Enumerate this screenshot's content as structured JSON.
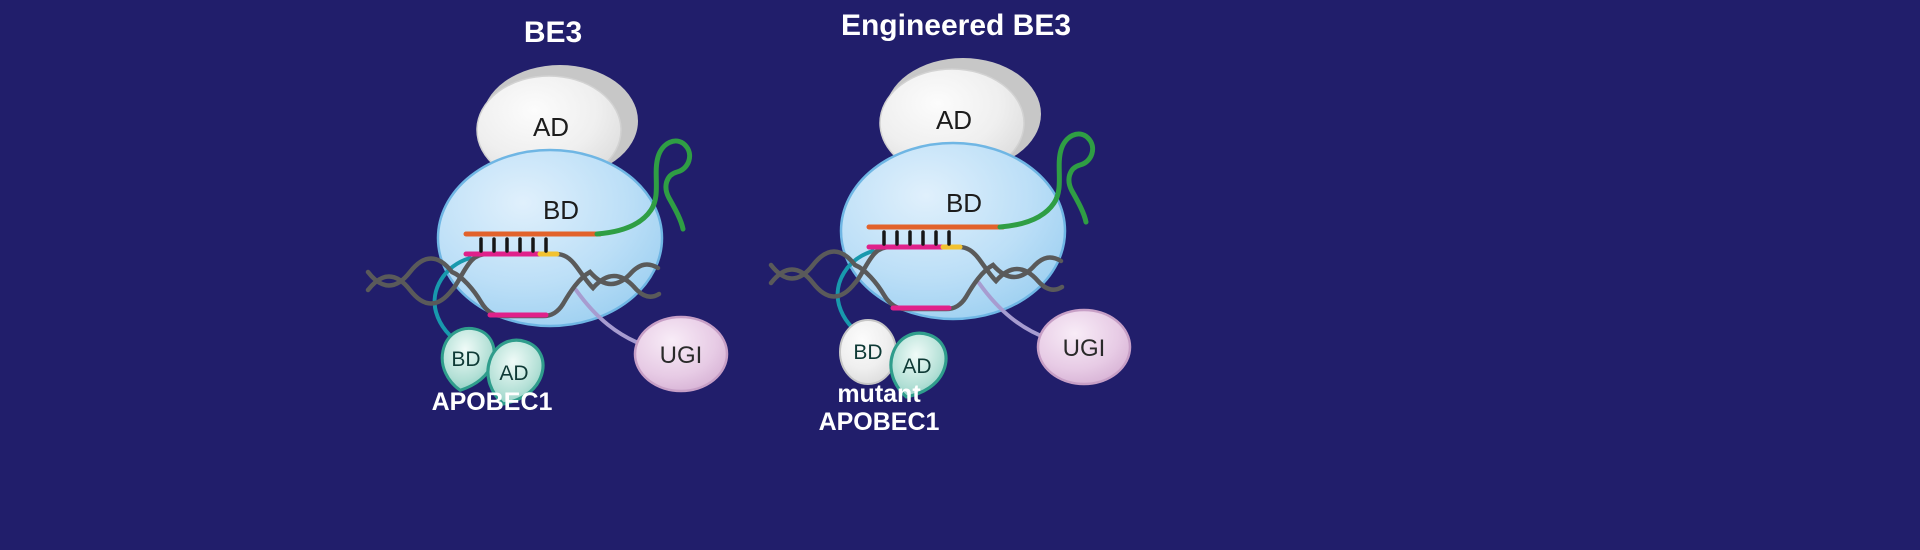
{
  "figure_background": "#211e6b",
  "diagrams": [
    {
      "title": "BE3",
      "cas9": {
        "ad_label": "AD",
        "bd_label": "BD"
      },
      "apobec": {
        "bd_label": "BD",
        "ad_label": "AD",
        "name": "APOBEC1"
      },
      "ugi_label": "UGI"
    },
    {
      "title": "Engineered BE3",
      "cas9": {
        "ad_label": "AD",
        "bd_label": "BD"
      },
      "apobec": {
        "bd_label": "BD",
        "ad_label": "AD",
        "name_line1": "mutant",
        "name_line2": "APOBEC1"
      },
      "ugi_label": "UGI"
    }
  ],
  "colors": {
    "background": "#211e6b",
    "cas9_bd_blue": "#a9d3f2",
    "ad_gray": "#ebebeb",
    "apobec_teal": "#8ed1c5",
    "ugi_pink": "#e7cce6",
    "sgrna_green": "#2f9e44",
    "rna_spacer_orange": "#e2622b",
    "target_pink": "#e0218a",
    "pam_yellow": "#f2c230",
    "dna_gray": "#5a5a5a",
    "linker_teal": "#1899ad",
    "linker_purple": "#a79cd0"
  }
}
